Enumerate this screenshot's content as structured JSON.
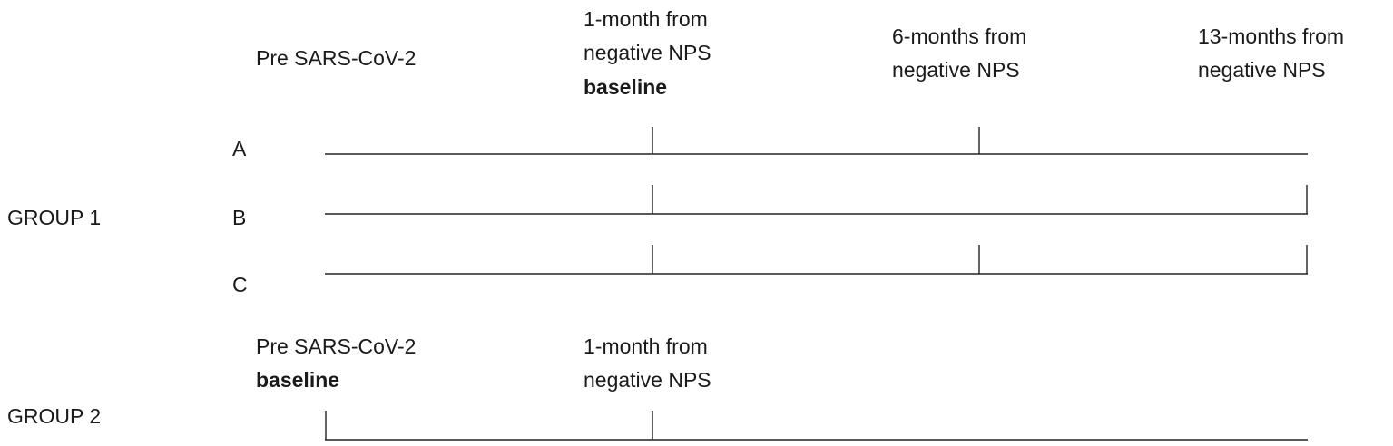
{
  "group1": {
    "label": "GROUP 1",
    "column_headers": [
      {
        "lines": [
          "Pre SARS-CoV-2"
        ],
        "bold_line": ""
      },
      {
        "lines": [
          "1-month from",
          "negative NPS"
        ],
        "bold_line": "baseline"
      },
      {
        "lines": [
          "6-months from",
          "negative NPS"
        ],
        "bold_line": ""
      },
      {
        "lines": [
          "13-months from",
          "negative NPS"
        ],
        "bold_line": ""
      }
    ],
    "rows": [
      {
        "label": "A",
        "markers": [
          1,
          2
        ]
      },
      {
        "label": "B",
        "markers": [
          1,
          3
        ]
      },
      {
        "label": "C",
        "markers": [
          1,
          2,
          3
        ]
      }
    ]
  },
  "group2": {
    "label": "GROUP 2",
    "column_headers": [
      {
        "lines": [
          "Pre SARS-CoV-2"
        ],
        "bold_line": "baseline"
      },
      {
        "lines": [
          "1-month from",
          "negative NPS"
        ],
        "bold_line": ""
      }
    ],
    "rows": [
      {
        "label": "",
        "markers": [
          0,
          1
        ]
      }
    ]
  }
}
